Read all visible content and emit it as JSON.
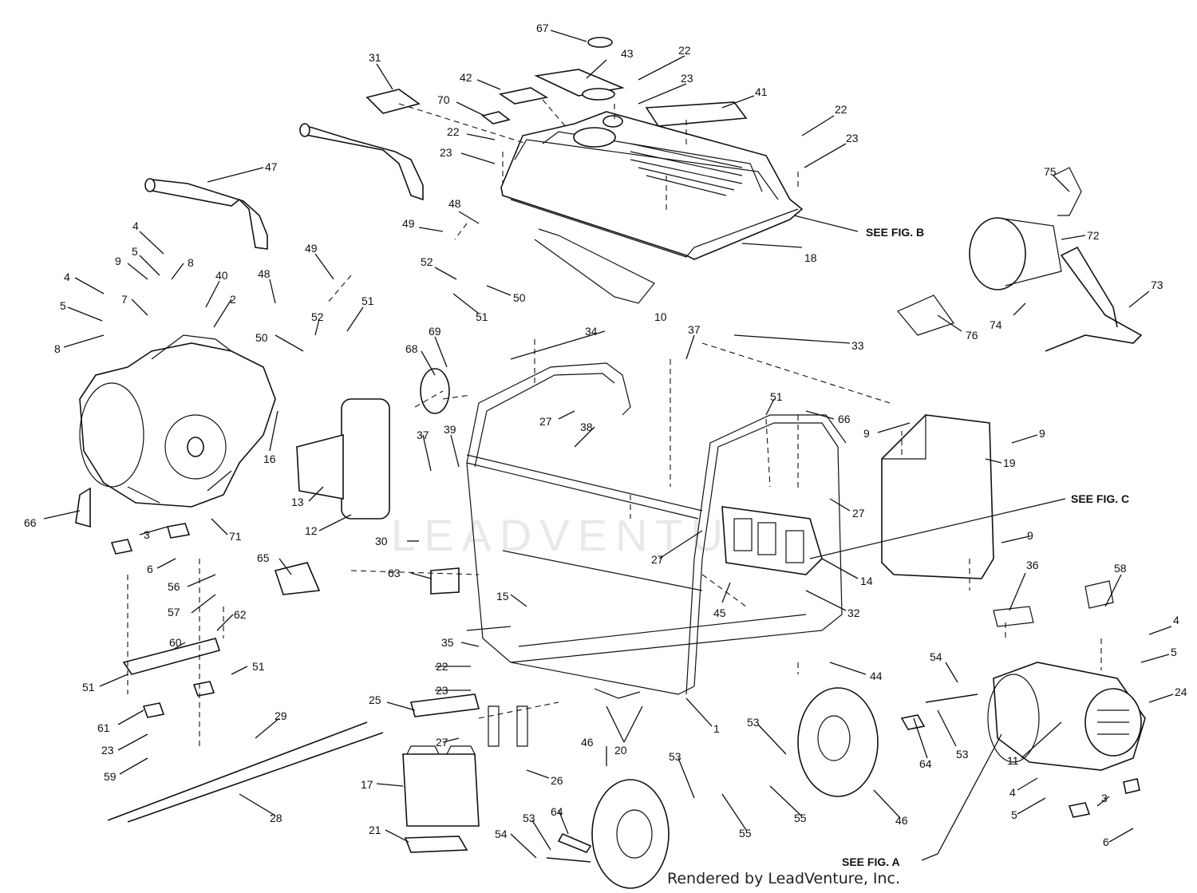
{
  "diagram": {
    "watermark": "LEADVENTURE",
    "credit": "Rendered by LeadVenture, Inc.",
    "references": [
      {
        "id": "fig-b",
        "text": "SEE FIG. B"
      },
      {
        "id": "fig-c",
        "text": "SEE FIG. C"
      },
      {
        "id": "fig-a",
        "text": "SEE FIG. A"
      }
    ],
    "callouts": [
      {
        "n": "67"
      },
      {
        "n": "43"
      },
      {
        "n": "22"
      },
      {
        "n": "23"
      },
      {
        "n": "41"
      },
      {
        "n": "31"
      },
      {
        "n": "42"
      },
      {
        "n": "70"
      },
      {
        "n": "22"
      },
      {
        "n": "23"
      },
      {
        "n": "22"
      },
      {
        "n": "23"
      },
      {
        "n": "47"
      },
      {
        "n": "48"
      },
      {
        "n": "49"
      },
      {
        "n": "18"
      },
      {
        "n": "75"
      },
      {
        "n": "72"
      },
      {
        "n": "73"
      },
      {
        "n": "4"
      },
      {
        "n": "5"
      },
      {
        "n": "8"
      },
      {
        "n": "9"
      },
      {
        "n": "40"
      },
      {
        "n": "4"
      },
      {
        "n": "7"
      },
      {
        "n": "2"
      },
      {
        "n": "5"
      },
      {
        "n": "8"
      },
      {
        "n": "48"
      },
      {
        "n": "49"
      },
      {
        "n": "52"
      },
      {
        "n": "50"
      },
      {
        "n": "51"
      },
      {
        "n": "10"
      },
      {
        "n": "52"
      },
      {
        "n": "51"
      },
      {
        "n": "50"
      },
      {
        "n": "74"
      },
      {
        "n": "76"
      },
      {
        "n": "69"
      },
      {
        "n": "68"
      },
      {
        "n": "34"
      },
      {
        "n": "37"
      },
      {
        "n": "33"
      },
      {
        "n": "51"
      },
      {
        "n": "66"
      },
      {
        "n": "27"
      },
      {
        "n": "38"
      },
      {
        "n": "9"
      },
      {
        "n": "9"
      },
      {
        "n": "19"
      },
      {
        "n": "16"
      },
      {
        "n": "37"
      },
      {
        "n": "39"
      },
      {
        "n": "13"
      },
      {
        "n": "66"
      },
      {
        "n": "3"
      },
      {
        "n": "71"
      },
      {
        "n": "12"
      },
      {
        "n": "27"
      },
      {
        "n": "27"
      },
      {
        "n": "30"
      },
      {
        "n": "14"
      },
      {
        "n": "9"
      },
      {
        "n": "6"
      },
      {
        "n": "65"
      },
      {
        "n": "63"
      },
      {
        "n": "56"
      },
      {
        "n": "57"
      },
      {
        "n": "62"
      },
      {
        "n": "15"
      },
      {
        "n": "45"
      },
      {
        "n": "32"
      },
      {
        "n": "36"
      },
      {
        "n": "58"
      },
      {
        "n": "4"
      },
      {
        "n": "5"
      },
      {
        "n": "60"
      },
      {
        "n": "51"
      },
      {
        "n": "51"
      },
      {
        "n": "35"
      },
      {
        "n": "22"
      },
      {
        "n": "23"
      },
      {
        "n": "44"
      },
      {
        "n": "54"
      },
      {
        "n": "25"
      },
      {
        "n": "24"
      },
      {
        "n": "61"
      },
      {
        "n": "29"
      },
      {
        "n": "23"
      },
      {
        "n": "27"
      },
      {
        "n": "20"
      },
      {
        "n": "1"
      },
      {
        "n": "53"
      },
      {
        "n": "11"
      },
      {
        "n": "59"
      },
      {
        "n": "26"
      },
      {
        "n": "17"
      },
      {
        "n": "46"
      },
      {
        "n": "53"
      },
      {
        "n": "64"
      },
      {
        "n": "53"
      },
      {
        "n": "4"
      },
      {
        "n": "3"
      },
      {
        "n": "28"
      },
      {
        "n": "55"
      },
      {
        "n": "55"
      },
      {
        "n": "46"
      },
      {
        "n": "5"
      },
      {
        "n": "21"
      },
      {
        "n": "54"
      },
      {
        "n": "53"
      },
      {
        "n": "64"
      },
      {
        "n": "6"
      }
    ]
  }
}
